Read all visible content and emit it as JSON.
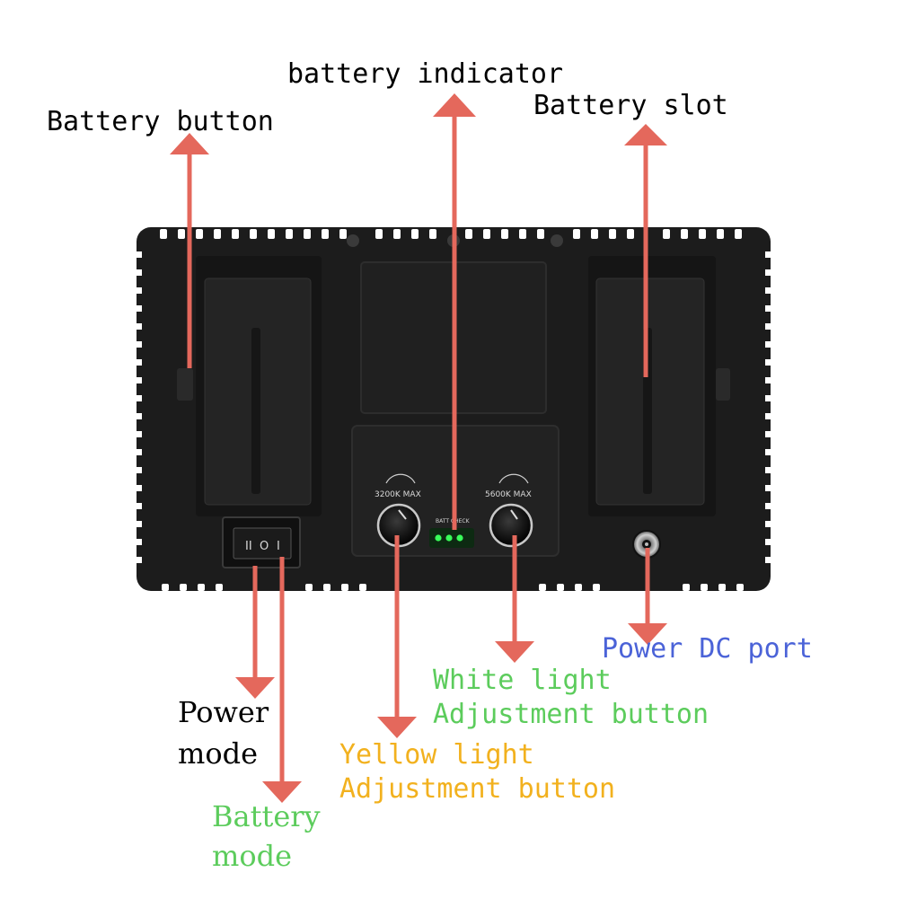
{
  "labels": {
    "battery_button": "Battery button",
    "battery_indicator": "battery indicator",
    "battery_slot": "Battery slot",
    "power_mode_line1": "Power",
    "power_mode_line2": "mode",
    "battery_mode_line1": "Battery",
    "battery_mode_line2": "mode",
    "yellow_light_line1": "Yellow light",
    "yellow_light_line2": "Adjustment button",
    "white_light_line1": "White light",
    "white_light_line2": "Adjustment button",
    "power_dc_port": "Power DC port"
  },
  "device": {
    "knob_left_label": "3200K  MAX",
    "knob_right_label": "5600K  MAX",
    "batt_check_label": "BATT CHECK",
    "switch_left_symbol": "II",
    "switch_mid_symbol": "O",
    "switch_right_symbol": "I",
    "indicator_led_count": 3
  },
  "colors": {
    "arrow": "#e4685c",
    "label_black": "#000000",
    "label_green": "#5ccc5c",
    "label_orange": "#f2b11e",
    "label_blue": "#4b63d8",
    "device_body": "#1c1c1c",
    "led_green": "#39ff5a"
  }
}
